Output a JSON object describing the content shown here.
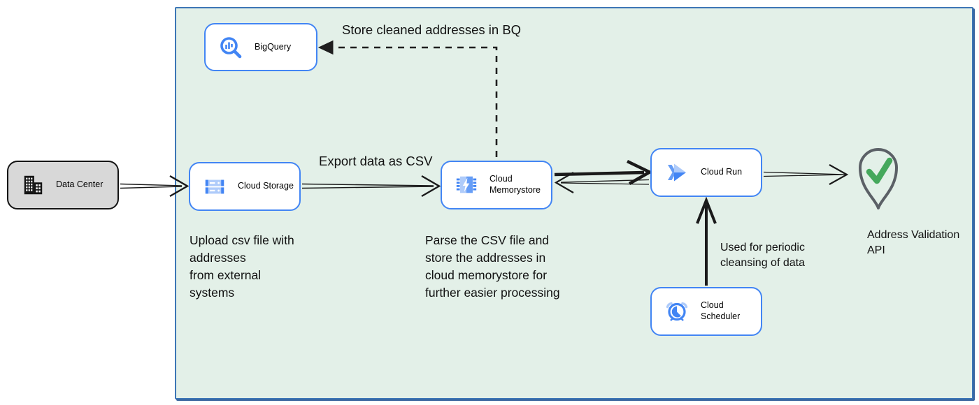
{
  "nodes": {
    "data_center": {
      "label": "Data Center"
    },
    "bigquery": {
      "label": "BigQuery"
    },
    "cloud_storage": {
      "label": "Cloud Storage"
    },
    "memorystore": {
      "label": "Cloud\nMemorystore"
    },
    "cloud_run": {
      "label": "Cloud Run"
    },
    "scheduler": {
      "label": "Cloud Scheduler"
    },
    "address_validation": {
      "label": "Address Validation\nAPI"
    }
  },
  "edge_labels": {
    "store_bq": "Store cleaned addresses in BQ",
    "export_csv": "Export data as CSV",
    "periodic": "Used for periodic\ncleansing of data"
  },
  "annotations": {
    "upload": "Upload csv file with\naddresses\nfrom external\nsystems",
    "parse": "Parse the CSV file and\nstore the addresses in\ncloud  memorystore for\nfurther easier processing"
  },
  "colors": {
    "boundary_fill": "#e3f0e8",
    "boundary_border": "#3d76b6",
    "node_border_blue": "#4285f4",
    "node_fill": "#ffffff",
    "data_center_fill": "#d8d8d8",
    "icon_blue": "#4285f4",
    "icon_blue_light": "#aecbfa",
    "icon_blue_mid": "#669df6",
    "arrow_black": "#1a1a1a",
    "pin_gray": "#5b6066",
    "check_green": "#45a85c"
  }
}
